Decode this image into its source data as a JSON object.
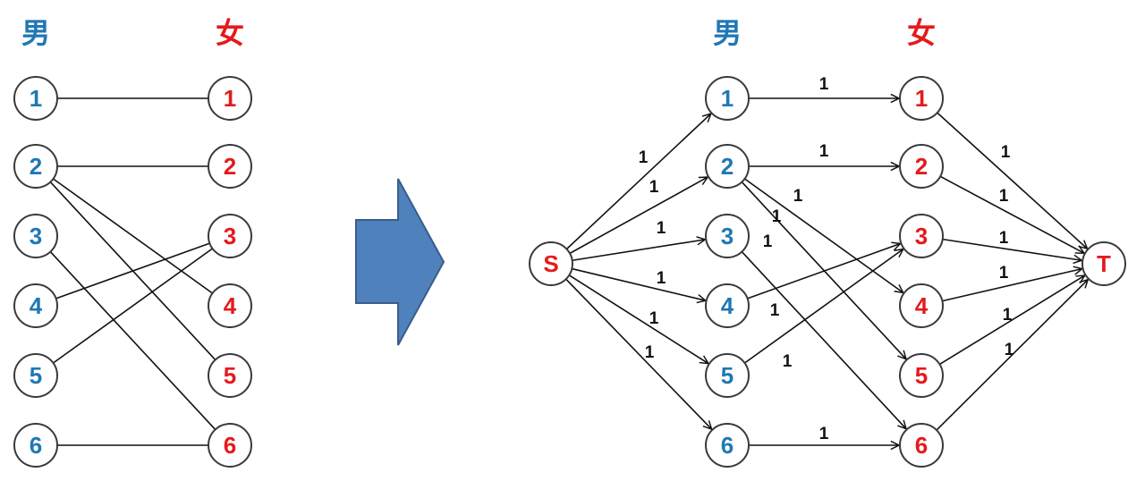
{
  "colors": {
    "male": "#1f78b4",
    "female": "#e41a1c",
    "arrow_fill": "#4f81bd",
    "arrow_stroke": "#385d8a"
  },
  "left_graph": {
    "male_header": "男",
    "female_header": "女",
    "men": [
      "1",
      "2",
      "3",
      "4",
      "5",
      "6"
    ],
    "women": [
      "1",
      "2",
      "3",
      "4",
      "5",
      "6"
    ],
    "edges": [
      [
        1,
        1
      ],
      [
        2,
        2
      ],
      [
        2,
        4
      ],
      [
        2,
        5
      ],
      [
        3,
        6
      ],
      [
        4,
        3
      ],
      [
        5,
        3
      ],
      [
        6,
        6
      ]
    ]
  },
  "transform_arrow_icon": "right-arrow-icon",
  "right_graph": {
    "male_header": "男",
    "female_header": "女",
    "source_label": "S",
    "sink_label": "T",
    "men": [
      "1",
      "2",
      "3",
      "4",
      "5",
      "6"
    ],
    "women": [
      "1",
      "2",
      "3",
      "4",
      "5",
      "6"
    ],
    "source_capacities": [
      "1",
      "1",
      "1",
      "1",
      "1",
      "1"
    ],
    "match_edges": [
      {
        "from": 1,
        "to": 1,
        "cap": "1"
      },
      {
        "from": 2,
        "to": 2,
        "cap": "1"
      },
      {
        "from": 2,
        "to": 4,
        "cap": "1"
      },
      {
        "from": 2,
        "to": 5,
        "cap": "1"
      },
      {
        "from": 3,
        "to": 6,
        "cap": "1"
      },
      {
        "from": 4,
        "to": 3,
        "cap": "1"
      },
      {
        "from": 5,
        "to": 3,
        "cap": "1"
      },
      {
        "from": 6,
        "to": 6,
        "cap": "1"
      }
    ],
    "sink_capacities": [
      "1",
      "1",
      "1",
      "1",
      "1",
      "1"
    ]
  }
}
